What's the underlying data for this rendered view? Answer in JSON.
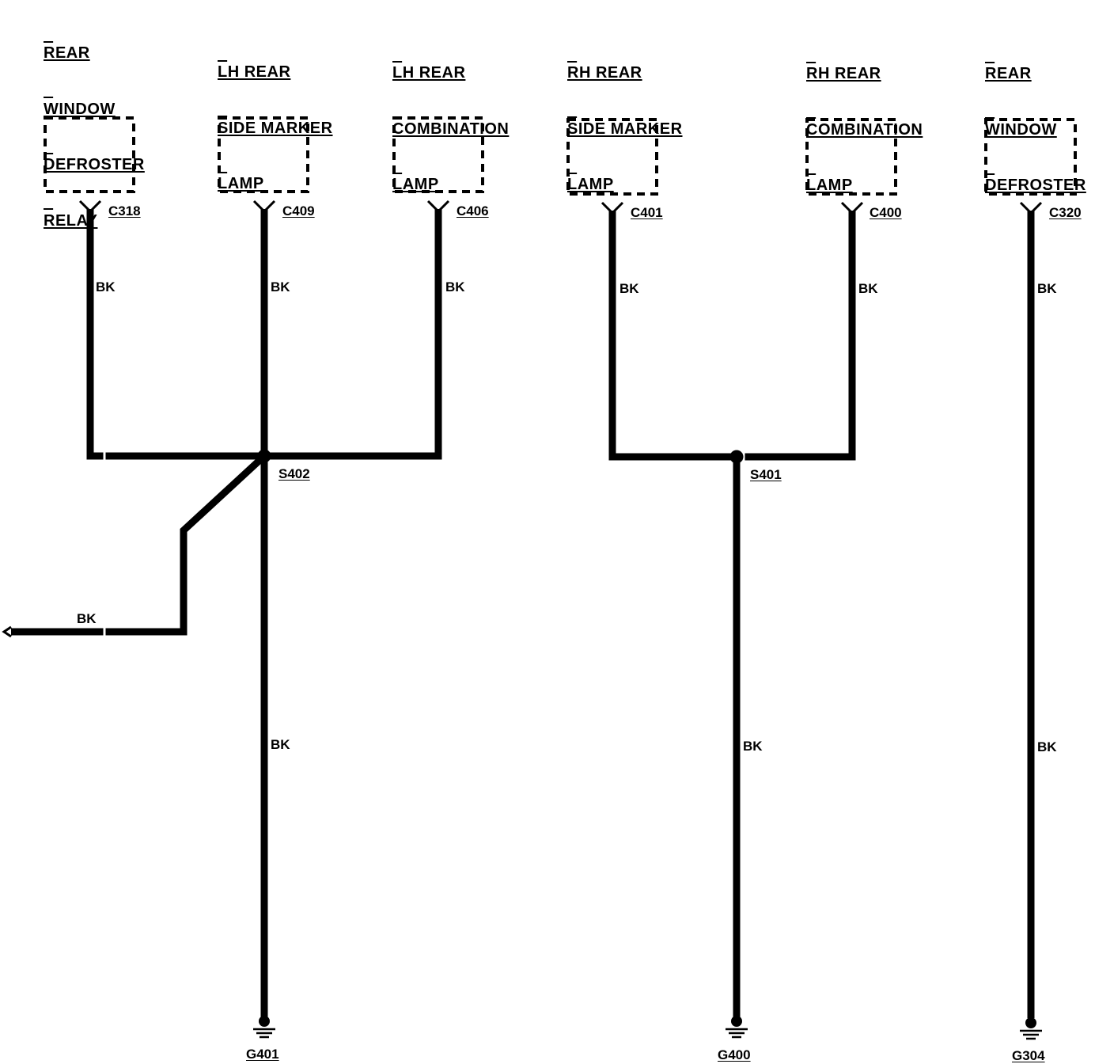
{
  "components": [
    {
      "id": "rear-window-defroster-relay",
      "lines": [
        "REAR",
        "WINDOW",
        "DEFROSTER",
        "RELAY"
      ],
      "connector": "C318",
      "wire_color": "BK"
    },
    {
      "id": "lh-rear-side-marker-lamp",
      "lines": [
        "LH REAR",
        "SIDE MARKER",
        "LAMP"
      ],
      "connector": "C409",
      "wire_color": "BK"
    },
    {
      "id": "lh-rear-combination-lamp",
      "lines": [
        "LH REAR",
        "COMBINATION",
        "LAMP"
      ],
      "connector": "C406",
      "wire_color": "BK"
    },
    {
      "id": "rh-rear-side-marker-lamp",
      "lines": [
        "RH REAR",
        "SIDE MARKER",
        "LAMP"
      ],
      "connector": "C401",
      "wire_color": "BK"
    },
    {
      "id": "rh-rear-combination-lamp",
      "lines": [
        "RH REAR",
        "COMBINATION",
        "LAMP"
      ],
      "connector": "C400",
      "wire_color": "BK"
    },
    {
      "id": "rear-window-defroster",
      "lines": [
        "REAR",
        "WINDOW",
        "DEFROSTER"
      ],
      "connector": "C320",
      "wire_color": "BK"
    }
  ],
  "splices": [
    {
      "id": "S402"
    },
    {
      "id": "S401"
    }
  ],
  "grounds": [
    {
      "id": "G401",
      "wire_color": "BK"
    },
    {
      "id": "G400",
      "wire_color": "BK"
    },
    {
      "id": "G304",
      "wire_color": "BK"
    }
  ],
  "side_wire": {
    "wire_color": "BK"
  },
  "colors": {
    "line": "#000000",
    "background": "#ffffff"
  }
}
